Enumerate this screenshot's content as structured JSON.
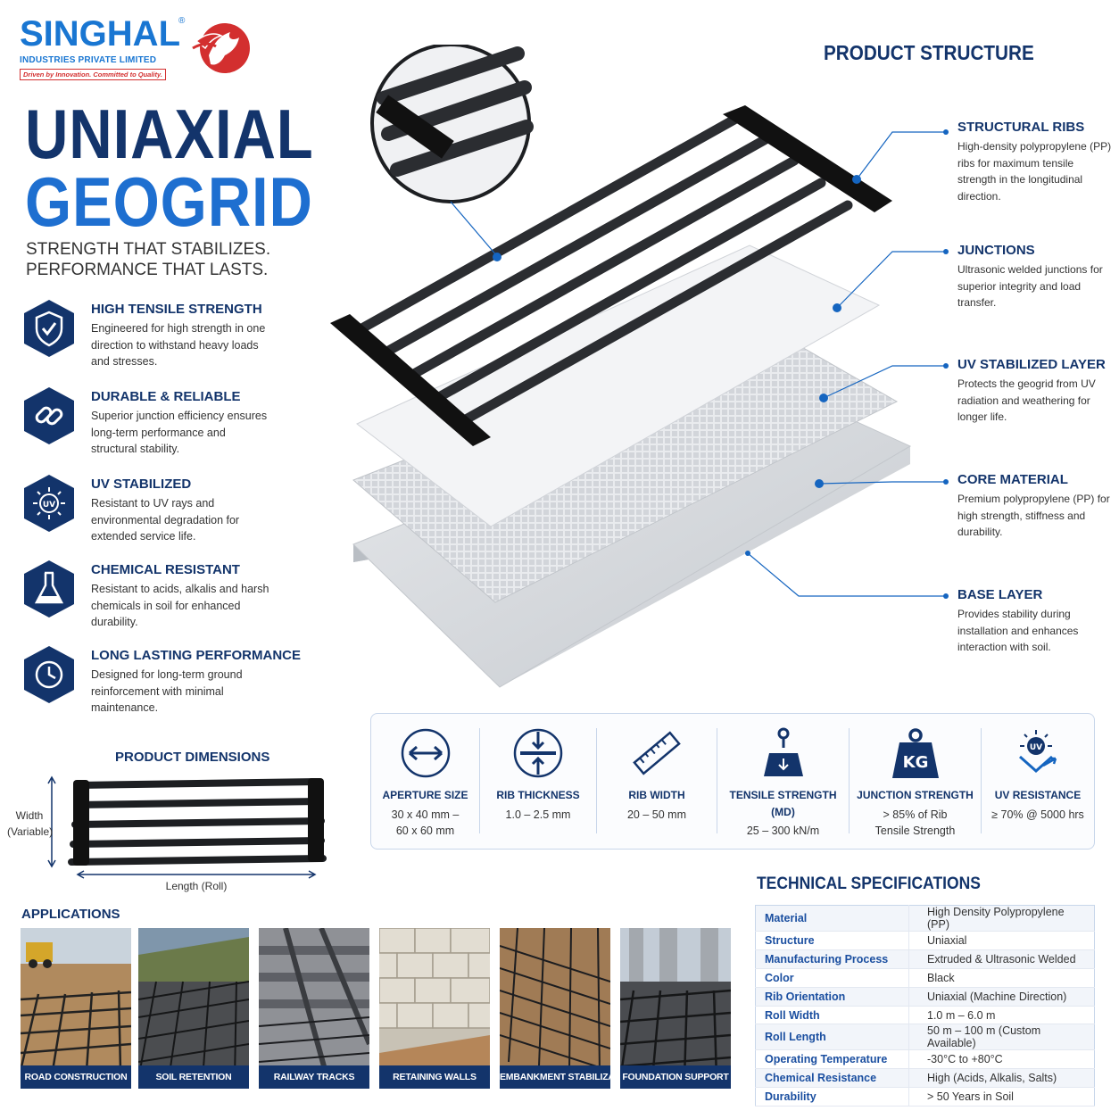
{
  "logo": {
    "brand": "SINGHAL",
    "registered": "®",
    "company": "INDUSTRIES PRIVATE LIMITED",
    "slogan": "Driven by Innovation. Committed to Quality."
  },
  "hero": {
    "title_line1": "UNIAXIAL",
    "title_line2": "GEOGRID",
    "tagline_line1": "STRENGTH THAT STABILIZES.",
    "tagline_line2": "PERFORMANCE THAT LASTS."
  },
  "features": [
    {
      "icon": "shield-check-icon",
      "title": "HIGH TENSILE STRENGTH",
      "desc": "Engineered for high strength in one direction to withstand heavy loads and stresses."
    },
    {
      "icon": "chain-link-icon",
      "title": "DURABLE & RELIABLE",
      "desc": "Superior junction efficiency ensures long-term performance and structural stability."
    },
    {
      "icon": "uv-sun-icon",
      "title": "UV STABILIZED",
      "desc": "Resistant to UV rays and environmental degradation for extended service life."
    },
    {
      "icon": "flask-icon",
      "title": "CHEMICAL RESISTANT",
      "desc": "Resistant to acids, alkalis and harsh chemicals in soil for enhanced durability."
    },
    {
      "icon": "clock-icon",
      "title": "LONG LASTING PERFORMANCE",
      "desc": "Designed for long-term ground reinforcement with minimal maintenance."
    }
  ],
  "structure": {
    "title": "PRODUCT STRUCTURE",
    "callouts": [
      {
        "title": "STRUCTURAL RIBS",
        "desc": "High-density polypropylene (PP) ribs for maximum tensile strength in the longitudinal direction."
      },
      {
        "title": "JUNCTIONS",
        "desc": "Ultrasonic welded junctions for superior integrity and load transfer."
      },
      {
        "title": "UV STABILIZED LAYER",
        "desc": "Protects the geogrid from UV radiation and weathering for longer life."
      },
      {
        "title": "CORE MATERIAL",
        "desc": "Premium polypropylene (PP) for high strength, stiffness and durability."
      },
      {
        "title": "BASE LAYER",
        "desc": "Provides stability during installation and enhances interaction with soil."
      }
    ]
  },
  "specs": [
    {
      "icon": "arrows-horizontal-icon",
      "label": "APERTURE SIZE",
      "value_line1": "30 x 40 mm –",
      "value_line2": "60 x 60 mm"
    },
    {
      "icon": "thickness-icon",
      "label": "RIB THICKNESS",
      "value_line1": "1.0 – 2.5 mm",
      "value_line2": ""
    },
    {
      "icon": "ruler-icon",
      "label": "RIB WIDTH",
      "value_line1": "20 – 50 mm",
      "value_line2": ""
    },
    {
      "icon": "crane-weight-icon",
      "label_line1": "TENSILE STRENGTH",
      "label_line2": "(MD)",
      "value_line1": "25 – 300 kN/m",
      "value_line2": ""
    },
    {
      "icon": "kg-weight-icon",
      "icon_text": "KG",
      "label": "JUNCTION STRENGTH",
      "value_line1": "> 85% of Rib",
      "value_line2": "Tensile Strength"
    },
    {
      "icon": "uv-sun-icon",
      "icon_text": "UV",
      "label": "UV RESISTANCE",
      "value_line1": "≥ 70% @ 5000 hrs",
      "value_line2": ""
    }
  ],
  "dimensions": {
    "title": "PRODUCT DIMENSIONS",
    "width_label_line1": "Width",
    "width_label_line2": "(Variable)",
    "length_label": "Length (Roll)"
  },
  "applications": {
    "title": "APPLICATIONS",
    "items": [
      "ROAD CONSTRUCTION",
      "SOIL RETENTION",
      "RAILWAY TRACKS",
      "RETAINING WALLS",
      "EMBANKMENT STABILIZATION",
      "FOUNDATION SUPPORT"
    ]
  },
  "tech_specs": {
    "title": "TECHNICAL SPECIFICATIONS",
    "rows": [
      {
        "k": "Material",
        "v": "High Density Polypropylene (PP)"
      },
      {
        "k": "Structure",
        "v": "Uniaxial"
      },
      {
        "k": "Manufacturing Process",
        "v": "Extruded & Ultrasonic Welded"
      },
      {
        "k": "Color",
        "v": "Black"
      },
      {
        "k": "Rib Orientation",
        "v": "Uniaxial (Machine Direction)"
      },
      {
        "k": "Roll Width",
        "v": "1.0 m – 6.0 m"
      },
      {
        "k": "Roll Length",
        "v": "50 m – 100 m (Custom Available)"
      },
      {
        "k": "Operating Temperature",
        "v": "-30°C to +80°C"
      },
      {
        "k": "Chemical Resistance",
        "v": "High (Acids, Alkalis, Salts)"
      },
      {
        "k": "Durability",
        "v": "> 50 Years in Soil"
      }
    ]
  },
  "colors": {
    "navy": "#13346b",
    "blue": "#1e6fd0",
    "accent_red": "#d32f2f"
  }
}
